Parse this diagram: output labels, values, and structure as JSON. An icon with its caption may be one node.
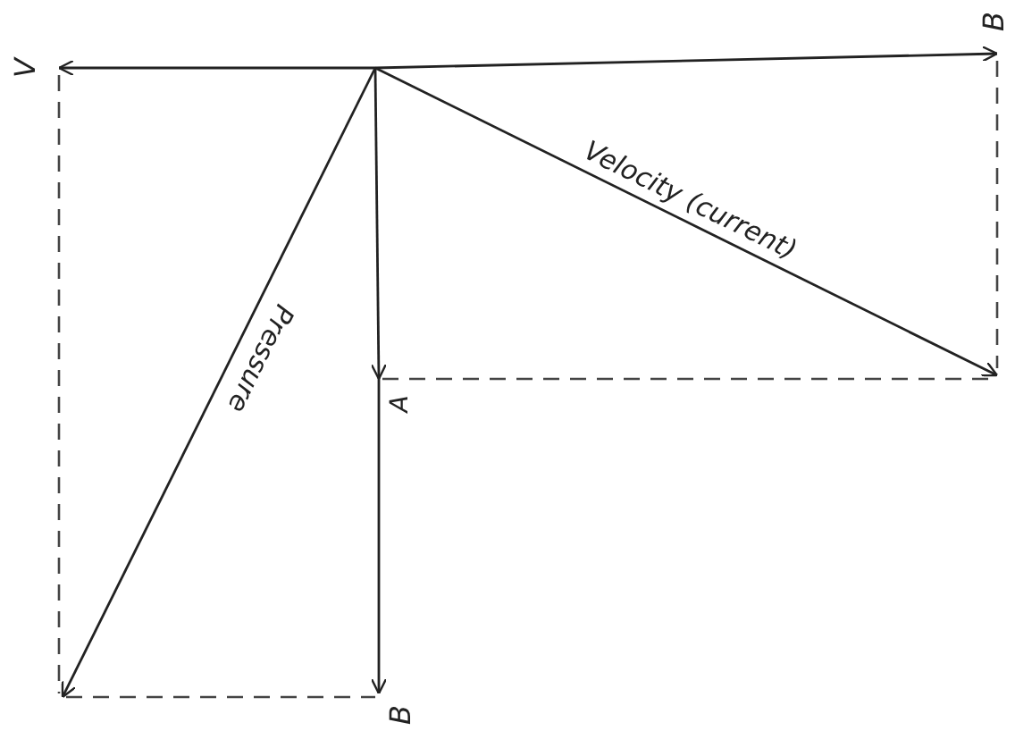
{
  "diagram": {
    "labels": [
      "V",
      "B",
      "Velocity (current)",
      "Pressure",
      "A",
      "B"
    ]
  }
}
